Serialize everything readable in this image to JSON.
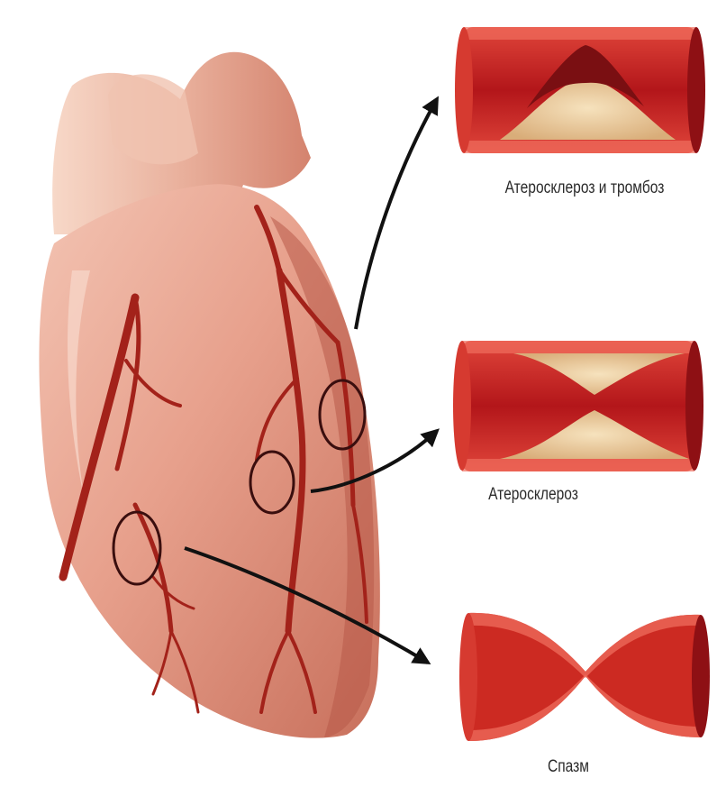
{
  "captions": {
    "atherosclerosis_thrombosis": "Атеросклероз и тромбоз",
    "atherosclerosis": "Атеросклероз",
    "spasm": "Спазм"
  },
  "colors": {
    "heart_base": "#e8a594",
    "heart_shadow": "#c9705f",
    "artery": "#a3221a",
    "vessel_wall": "#cc2a22",
    "vessel_lumen": "#a8161a",
    "plaque": "#e9c79a",
    "thrombus": "#7a0f12",
    "arrow": "#111111",
    "circle": "#3a0e0e"
  },
  "icons": [
    "heart-illustration",
    "artery-callout-circle",
    "pointer-arrow",
    "vessel-cross-section"
  ]
}
